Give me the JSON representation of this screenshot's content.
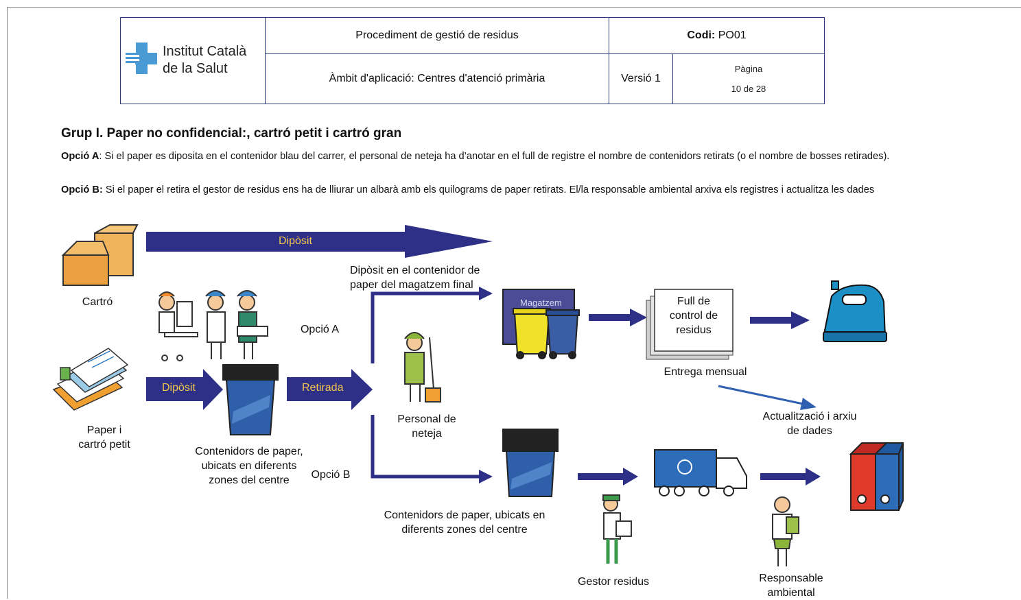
{
  "header": {
    "org_line1": "Institut Català",
    "org_line2": "de la Salut",
    "procedure": "Procediment de gestió de residus",
    "code_label": "Codi:",
    "code_value": "PO01",
    "scope": "Àmbit d'aplicació: Centres d'atenció primària",
    "version": "Versió 1",
    "page_label": "Pàgina",
    "page_value": "10  de 28"
  },
  "section": {
    "title": "Grup I. Paper no confidencial:, cartró petit i cartró gran",
    "option_a_label": "Opció A",
    "option_a_text": ": Si el paper es diposita en el contenidor blau del carrer, el personal de neteja ha d’anotar en el full de registre el nombre de contenidors retirats (o el nombre de bosses retirades).",
    "option_b_label": "Opció B:",
    "option_b_text": " Si el paper el retira el gestor de residus ens ha de lliurar un albarà amb els quilograms de paper retirats. El/la responsable ambiental arxiva els registres i actualitza les dades"
  },
  "diagram": {
    "arrow_top": "Dipòsit",
    "arrow_deposit": "Dipòsit",
    "arrow_retirada": "Retirada",
    "carton": "Cartró",
    "paper_small_1": "Paper i",
    "paper_small_2": "cartró petit",
    "containers_1": "Contenidors de paper,",
    "containers_2": "ubicats en diferents",
    "containers_3": "zones del centre",
    "option_a": "Opció A",
    "option_b": "Opció B",
    "deposit_note_1": "Dipòsit en el contenidor de",
    "deposit_note_2": "paper del magatzem final",
    "cleaning_1": "Personal de",
    "cleaning_2": "neteja",
    "warehouse": "Magatzem",
    "sheet_1": "Full de",
    "sheet_2": "control de",
    "sheet_3": "residus",
    "monthly": "Entrega mensual",
    "update_1": "Actualització i arxiu",
    "update_2": "de dades",
    "containers_b_1": "Contenidors de paper, ubicats en",
    "containers_b_2": "diferents zones del centre",
    "manager": "Gestor residus",
    "resp_1": "Responsable",
    "resp_2": "ambiental"
  },
  "colors": {
    "navy": "#2e2f86",
    "border": "#2b3a7a",
    "bin_blue": "#2f5fa8",
    "arrow_text": "#f4c84a",
    "truck_blue": "#2d6cb8",
    "bell_blue": "#1d8fc7"
  }
}
